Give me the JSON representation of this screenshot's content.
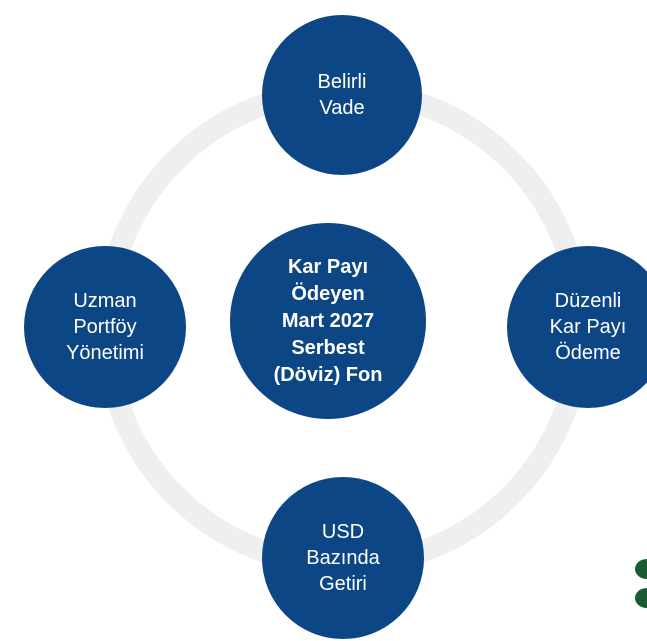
{
  "diagram": {
    "center": {
      "lines": [
        "Kar Payı",
        "Ödeyen",
        "Mart 2027",
        "Serbest",
        "(Döviz) Fon"
      ]
    },
    "nodes": {
      "top": {
        "lines": [
          "Belirli",
          "Vade"
        ]
      },
      "right": {
        "lines": [
          "Düzenli",
          "Kar Payı",
          "Ödeme"
        ]
      },
      "bottom": {
        "lines": [
          "USD",
          "Bazında",
          "Getiri"
        ]
      },
      "left": {
        "lines": [
          "Uzman",
          "Portföy",
          "Yönetimi"
        ]
      }
    }
  },
  "colors": {
    "node_fill": "#0d4684",
    "ring": "#efefef",
    "node_text": "#ffffff",
    "logo_accent": "#1a5b34"
  }
}
